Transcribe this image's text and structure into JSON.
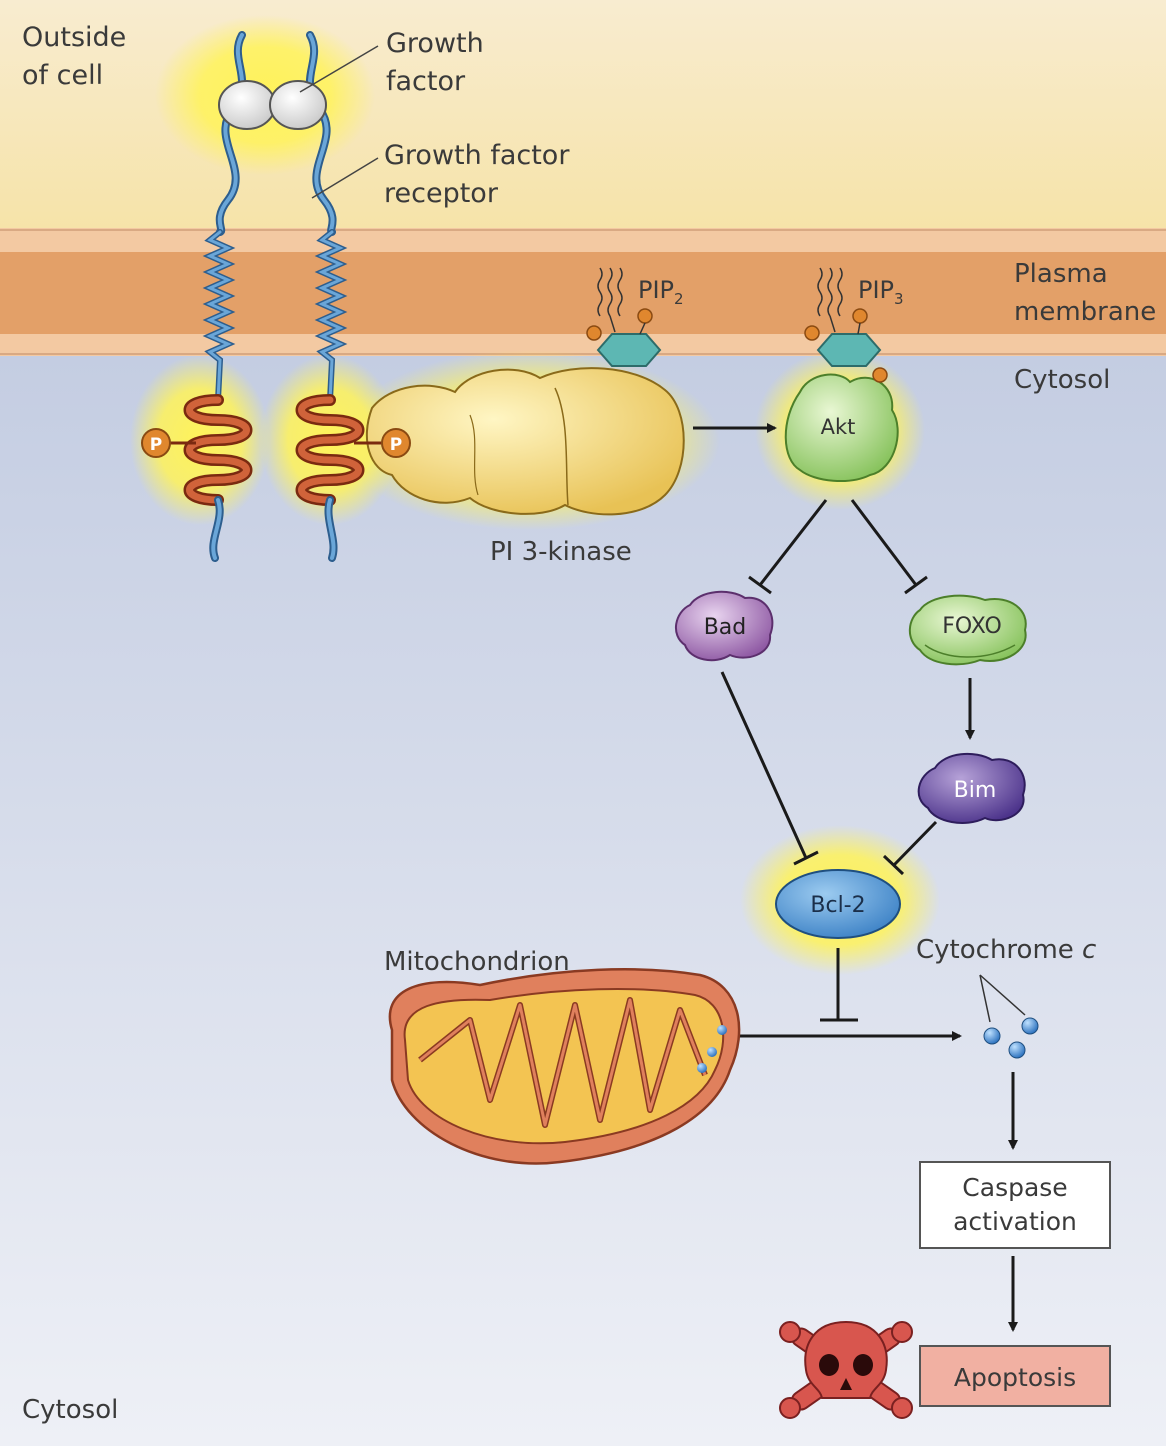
{
  "labels": {
    "outside_line1": "Outside",
    "outside_line2": "of cell",
    "growth_factor_line1": "Growth",
    "growth_factor_line2": "factor",
    "receptor_line1": "Growth factor",
    "receptor_line2": "receptor",
    "plasma_line1": "Plasma",
    "plasma_line2": "membrane",
    "cytosol_top": "Cytosol",
    "cytosol_bottom": "Cytosol",
    "pip2": "PIP",
    "pip2_sub": "2",
    "pip3": "PIP",
    "pip3_sub": "3",
    "pi3k": "PI 3-kinase",
    "akt": "Akt",
    "bad": "Bad",
    "foxo": "FOXO",
    "bim": "Bim",
    "bcl2": "Bcl-2",
    "mitochondrion": "Mitochondrion",
    "cytochrome": "Cytochrome ",
    "cytochrome_c": "c",
    "caspase_line1": "Caspase",
    "caspase_line2": "activation",
    "apoptosis": "Apoptosis",
    "phospho": "P"
  },
  "colors": {
    "extracellular": "#f7e9c4",
    "membrane": "#e2a066",
    "cytosol": "#d4dcea",
    "receptor": "#4a86c0",
    "receptor_inner": "#c4552b",
    "pi3k": "#f2d575",
    "akt": "#a9d57c",
    "bad": "#a474b4",
    "foxo": "#a9d57c",
    "bim": "#6c53a3",
    "bcl2": "#5e9fd8",
    "glow": "#fff04a",
    "mito_outer": "#e0805d",
    "mito_inner": "#f2c24e",
    "apoptosis_box": "#f1b0a2",
    "skull": "#d8564e"
  }
}
